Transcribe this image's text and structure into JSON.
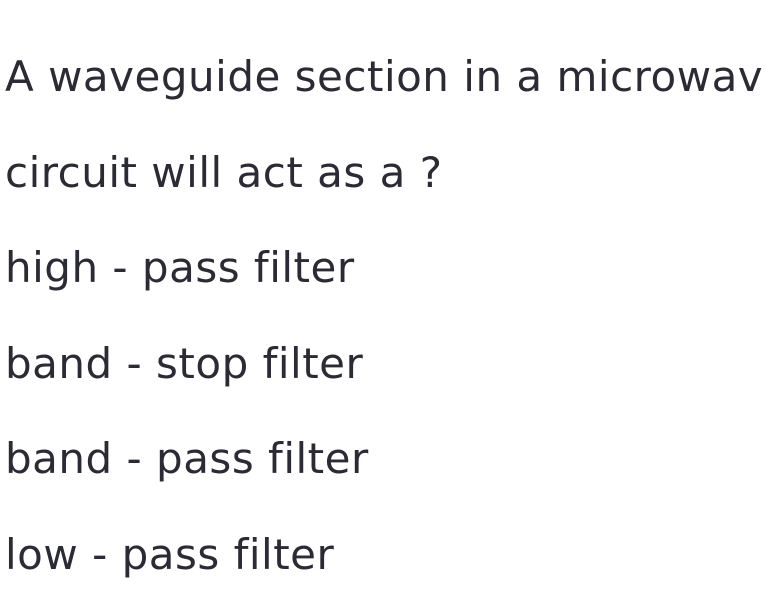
{
  "question": {
    "line1": "A waveguide section in a microwave",
    "line2": "circuit will act as a  ?"
  },
  "options": [
    "high - pass filter",
    "band - stop filter",
    "band - pass filter",
    "low - pass filter"
  ]
}
